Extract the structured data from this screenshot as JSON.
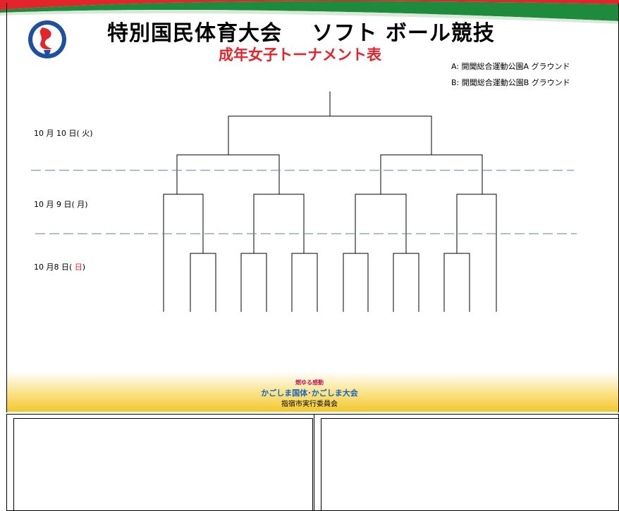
{
  "header": {
    "title": "特別国民体育大会　 ソフト ボール競技",
    "subtitle": "成年女子トーナメント表"
  },
  "legend": [
    "A: 開聞総合運動公園A グラウンド",
    "B: 開聞総合運動公園B グラウンド"
  ],
  "days": [
    {
      "label": "10 月 10 日( 火)",
      "weekday_red": ""
    },
    {
      "label": "10 月 9 日( 月)",
      "weekday_red": ""
    },
    {
      "prefix": "10 月8 日(",
      "weekday": "日",
      "suffix": ")"
    }
  ],
  "footer": {
    "tagline": "燃ゆる感動",
    "event": "かごしま国体･かごしま大会",
    "organizer": "指宿市実行委員会"
  },
  "colors": {
    "red": "#e3242b",
    "green": "#1e8a3c",
    "dashed_line": "#5b7fb0",
    "footer_yellow": "#f3c82b"
  }
}
